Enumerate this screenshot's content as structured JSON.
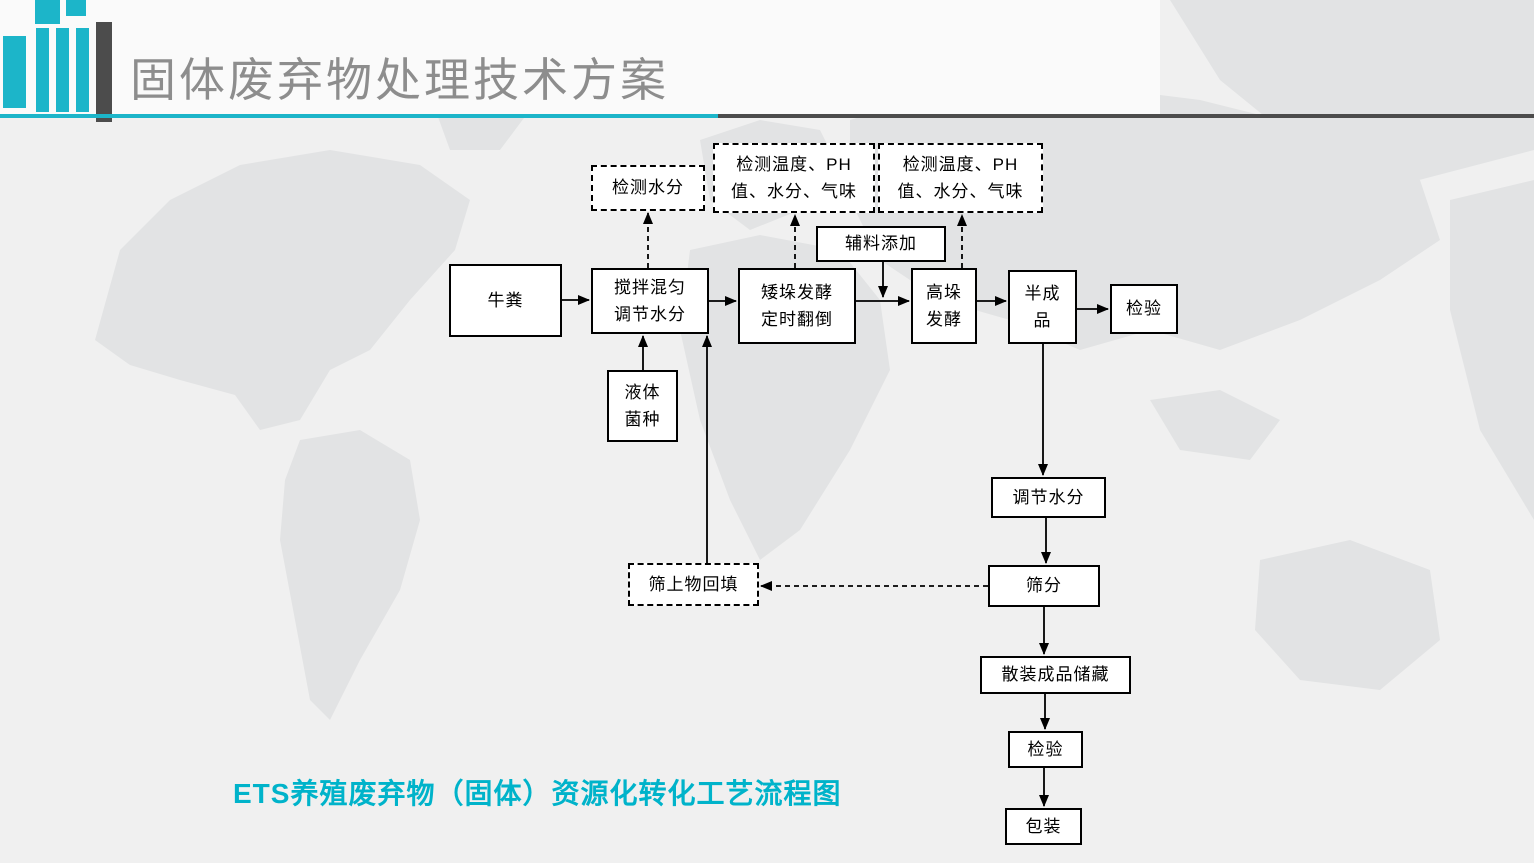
{
  "header": {
    "title": "固体废弃物处理技术方案"
  },
  "caption": "ETS养殖废弃物（固体）资源化转化工艺流程图",
  "colors": {
    "accent_teal": "#1cb5c9",
    "caption_teal": "#00b3ca",
    "title_gray": "#8d8d8d",
    "dark_bar": "#4c4c4c",
    "node_border": "#000000",
    "background": "#f0f0f0"
  },
  "flowchart": {
    "nodes": {
      "detect_moisture": "检测水分",
      "detect_temp_1": "检测温度、PH\n值、水分、气味",
      "detect_temp_2": "检测温度、PH\n值、水分、气味",
      "auxiliary_add": "辅料添加",
      "cow_dung": "牛粪",
      "mix_adjust": "搅拌混匀\n调节水分",
      "low_pile": "矮垛发酵\n定时翻倒",
      "high_pile": "高垛\n发酵",
      "semi_product": "半成\n品",
      "inspect_1": "检验",
      "liquid_strain": "液体\n菌种",
      "adjust_moisture": "调节水分",
      "screening": "筛分",
      "oversize_backfill": "筛上物回填",
      "bulk_storage": "散装成品储藏",
      "inspect_2": "检验",
      "packaging": "包装"
    }
  }
}
